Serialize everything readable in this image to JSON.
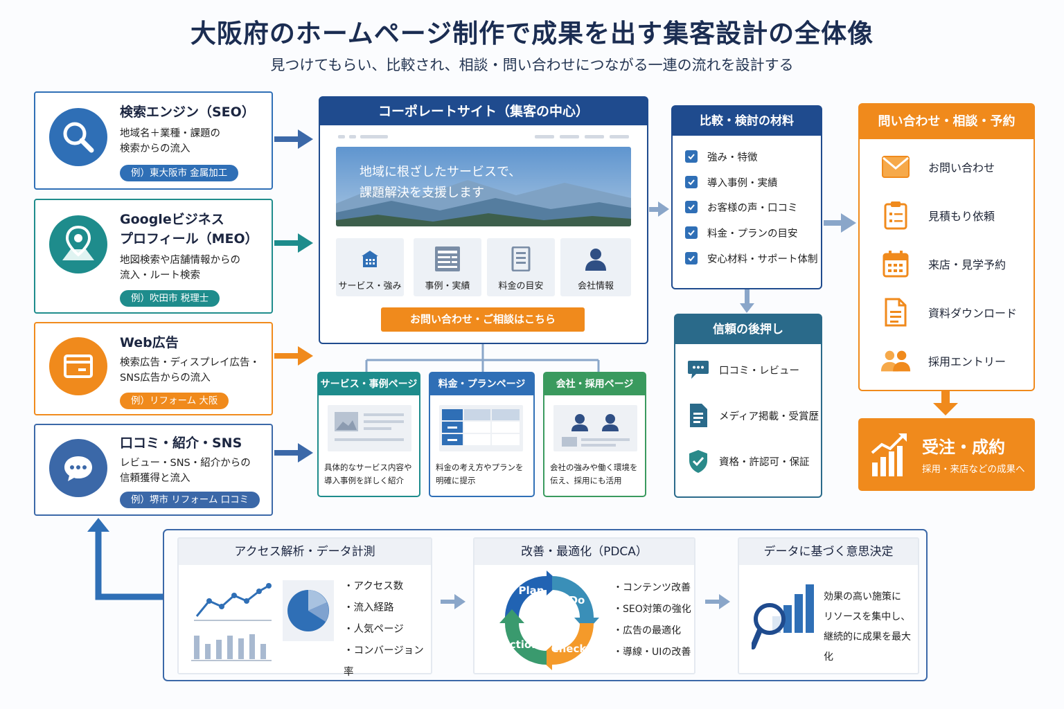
{
  "header": {
    "title": "大阪府のホームページ制作で成果を出す集客設計の全体像",
    "subtitle": "見つけてもらい、比較され、相談・問い合わせにつながる一連の流れを設計する"
  },
  "sources": [
    {
      "title": "検索エンジン（SEO）",
      "desc": [
        "地域名＋業種・課題の",
        "検索からの流入"
      ],
      "example": "例）東大阪市 金属加工",
      "icon": "search-icon",
      "color": "#2f6fb6"
    },
    {
      "title": [
        "Googleビジネス",
        "プロフィール（MEO）"
      ],
      "desc": [
        "地図検索や店舗情報からの",
        "流入・ルート検索"
      ],
      "example": "例）吹田市 税理士",
      "icon": "map-pin-icon",
      "color": "#1e8c8c"
    },
    {
      "title": "Web広告",
      "desc": [
        "検索広告・ディスプレイ広告・",
        "SNS広告からの流入"
      ],
      "example": "例）リフォーム 大阪",
      "icon": "ad-window-icon",
      "color": "#f08a1c"
    },
    {
      "title": "口コミ・紹介・SNS",
      "desc": [
        "レビュー・SNS・紹介からの",
        "信頼獲得と流入"
      ],
      "example": "例）堺市 リフォーム 口コミ",
      "icon": "chat-bubble-icon",
      "color": "#3b68a8"
    }
  ],
  "corporate": {
    "header": "コーポレートサイト（集客の中心）",
    "hero": [
      "地域に根ざしたサービスで、",
      "課題解決を支援します"
    ],
    "tiles": [
      "サービス・強み",
      "事例・実績",
      "料金の目安",
      "会社情報"
    ],
    "cta": "お問い合わせ・ご相談はこちら"
  },
  "subpages": [
    {
      "title": "サービス・事例ページ",
      "desc": [
        "具体的なサービス内容や",
        "導入事例を詳しく紹介"
      ],
      "color": "#1e8c8c"
    },
    {
      "title": "料金・プランページ",
      "desc": [
        "料金の考え方やプランを",
        "明確に提示"
      ],
      "color": "#2f6fb6"
    },
    {
      "title": "会社・採用ページ",
      "desc": [
        "会社の強みや働く環境を",
        "伝え、採用にも活用"
      ],
      "color": "#3a9a5e"
    }
  ],
  "comparison": {
    "header": "比較・検討の材料",
    "items": [
      "強み・特徴",
      "導入事例・実績",
      "お客様の声・口コミ",
      "料金・プランの目安",
      "安心材料・サポート体制"
    ]
  },
  "trust": {
    "header": "信頼の後押し",
    "items": [
      "口コミ・レビュー",
      "メディア掲載・受賞歴",
      "資格・許認可・保証"
    ]
  },
  "contact": {
    "header": "問い合わせ・相談・予約",
    "items": [
      "お問い合わせ",
      "見積もり依頼",
      "来店・見学予約",
      "資料ダウンロード",
      "採用エントリー"
    ]
  },
  "result": {
    "title": "受注・成約",
    "desc": "採用・来店などの成果へ"
  },
  "analytics": {
    "header": "アクセス解析・データ計測",
    "items": [
      "・アクセス数",
      "・流入経路",
      "・人気ページ",
      "・コンバージョン率"
    ]
  },
  "pdca": {
    "header": "改善・最適化（PDCA）",
    "labels": [
      "Plan",
      "Do",
      "Check",
      "Action"
    ],
    "items": [
      "・コンテンツ改善",
      "・SEO対策の強化",
      "・広告の最適化",
      "・導線・UIの改善"
    ]
  },
  "decision": {
    "header": "データに基づく意思決定",
    "desc": [
      "効果の高い施策に",
      "リソースを集中し、",
      "継続的に成果を最大化"
    ]
  },
  "colors": {
    "navy": "#1f4b8e",
    "blue": "#2f6fb6",
    "teal": "#1e8c8c",
    "orange": "#f08a1c",
    "green": "#3a9a5e"
  }
}
